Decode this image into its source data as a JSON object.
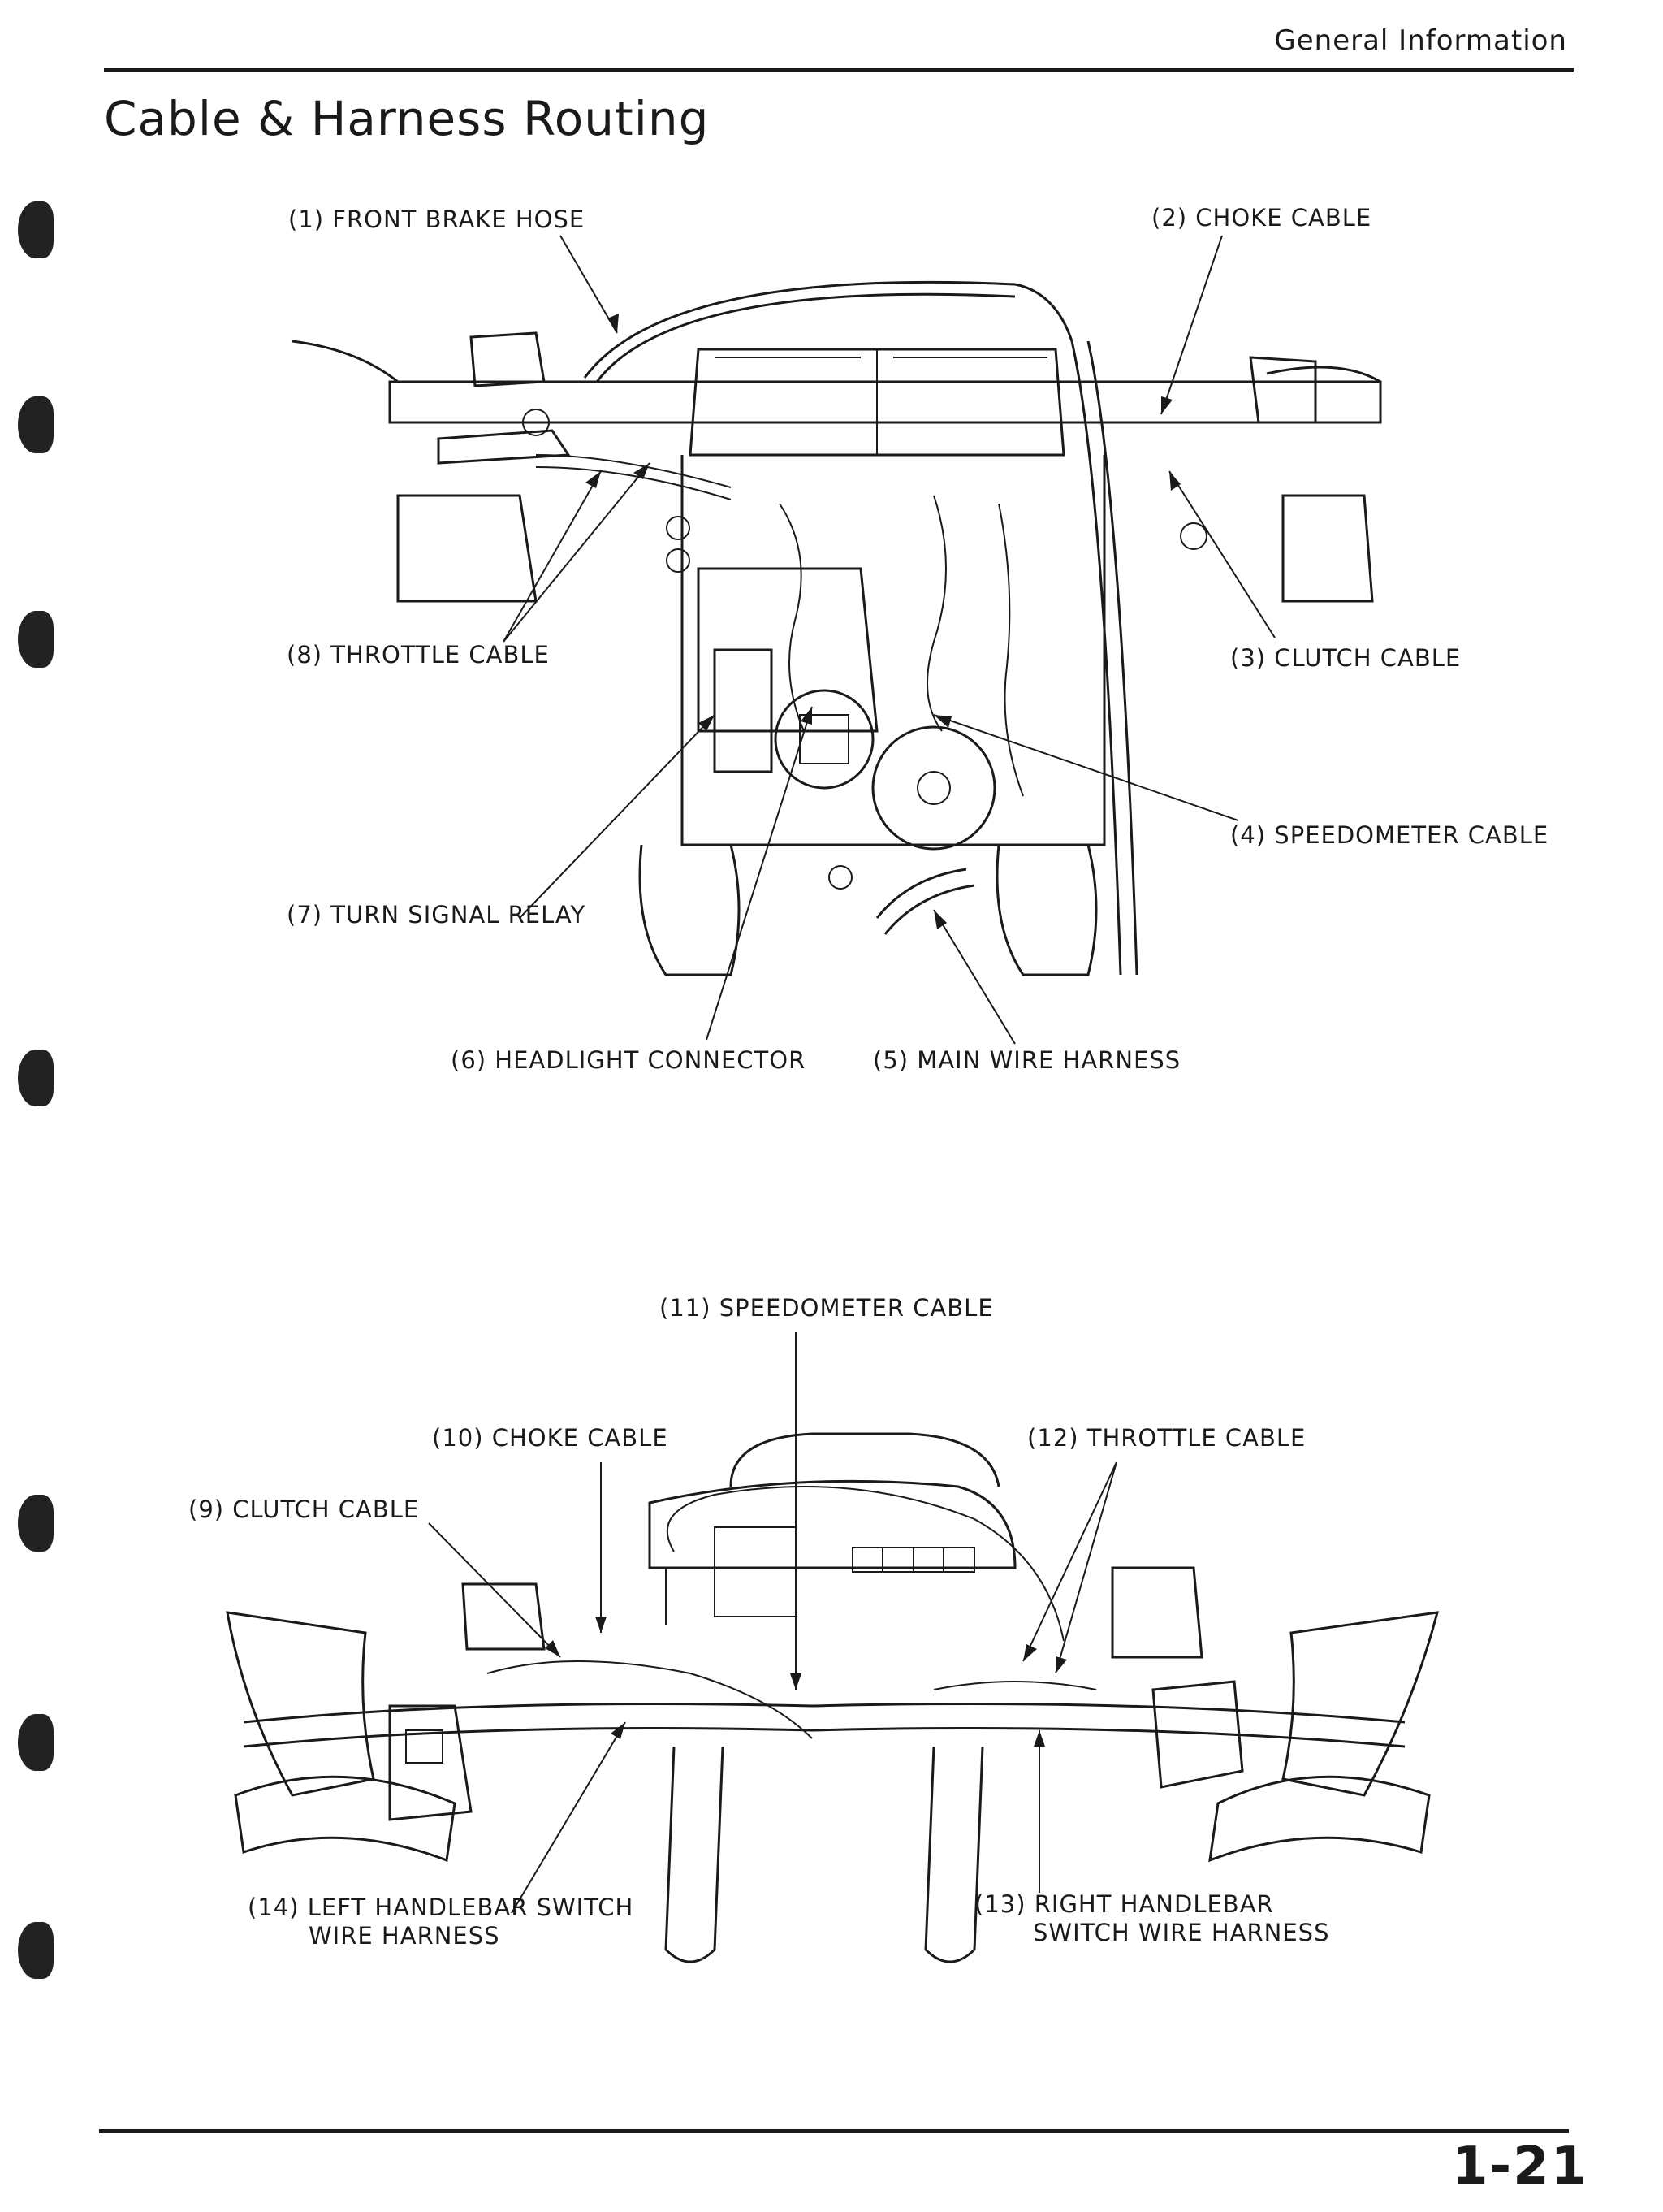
{
  "header": {
    "section": "General Information"
  },
  "page": {
    "title": "Cable & Harness Routing",
    "number": "1-21"
  },
  "figure_top": {
    "callouts": [
      "(1) FRONT BRAKE HOSE",
      "(2) CHOKE CABLE",
      "(3) CLUTCH CABLE",
      "(4) SPEEDOMETER CABLE",
      "(5) MAIN WIRE HARNESS",
      "(6) HEADLIGHT CONNECTOR",
      "(7) TURN SIGNAL RELAY",
      "(8) THROTTLE CABLE"
    ]
  },
  "figure_bottom": {
    "callouts": [
      "(9) CLUTCH CABLE",
      "(10) CHOKE CABLE",
      "(11) SPEEDOMETER CABLE",
      "(12) THROTTLE CABLE",
      "(13) RIGHT HANDLEBAR",
      "SWITCH WIRE HARNESS",
      "(14) LEFT HANDLEBAR SWITCH",
      "WIRE HARNESS"
    ]
  }
}
